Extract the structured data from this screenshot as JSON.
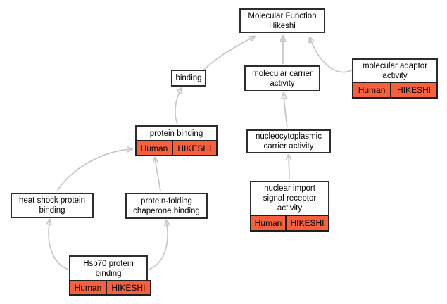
{
  "diagram": {
    "type": "go-term-ancestor-chart",
    "colors": {
      "annotation_fill": "#f7603c",
      "node_border": "#2d2d2d",
      "edge": "#c6c6c6",
      "background": "#ffffff"
    },
    "nodes": {
      "mfh": {
        "label": "Molecular Function\nHikeshi"
      },
      "binding": {
        "label": "binding"
      },
      "mca": {
        "label": "molecular carrier\nactivity"
      },
      "maa": {
        "label": "molecular adaptor\nactivity",
        "annotations": {
          "species": "Human",
          "gene": "HIKESHI"
        }
      },
      "pb": {
        "label": "protein binding",
        "annotations": {
          "species": "Human",
          "gene": "HIKESHI"
        }
      },
      "nca": {
        "label": "nucleocytoplasmic\ncarrier activity"
      },
      "hspb": {
        "label": "heat shock protein\nbinding"
      },
      "pfcb": {
        "label": "protein-folding\nchaperone binding"
      },
      "nisra": {
        "label": "nuclear import\nsignal receptor\nactivity",
        "annotations": {
          "species": "Human",
          "gene": "HIKESHI"
        }
      },
      "hsp70": {
        "label": "Hsp70 protein\nbinding",
        "annotations": {
          "species": "Human",
          "gene": "HIKESHI"
        }
      }
    },
    "edges": [
      {
        "from": "binding",
        "to": "mfh"
      },
      {
        "from": "mca",
        "to": "mfh"
      },
      {
        "from": "maa",
        "to": "mfh"
      },
      {
        "from": "pb",
        "to": "binding"
      },
      {
        "from": "nca",
        "to": "mca"
      },
      {
        "from": "hspb",
        "to": "pb"
      },
      {
        "from": "pfcb",
        "to": "pb"
      },
      {
        "from": "nisra",
        "to": "nca"
      },
      {
        "from": "hsp70",
        "to": "hspb"
      },
      {
        "from": "hsp70",
        "to": "pfcb"
      }
    ]
  }
}
